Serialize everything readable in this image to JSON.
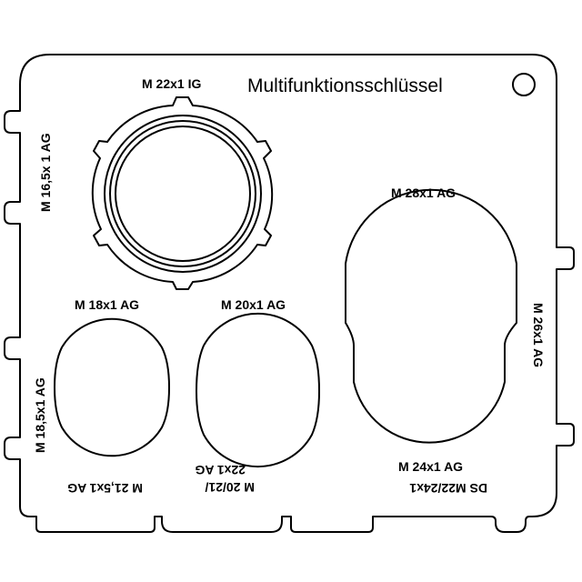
{
  "title": "Multifunktionsschlüssel",
  "labels": {
    "m22_ig": "M 22x1 IG",
    "m16_5": "M 16,5x 1 AG",
    "m28": "M 28x1 AG",
    "m18": "M 18x1 AG",
    "m20": "M 20x1 AG",
    "m26": "M 26x1 AG",
    "m18_5": "M 18,5x1 AG",
    "m24": "M 24x1 AG",
    "m21_5": "M 21,5x1 AG",
    "m20_21_line1": "M 20/21/",
    "m20_21_line2": "22x1 AG",
    "ds": "DS M22/24x1"
  }
}
